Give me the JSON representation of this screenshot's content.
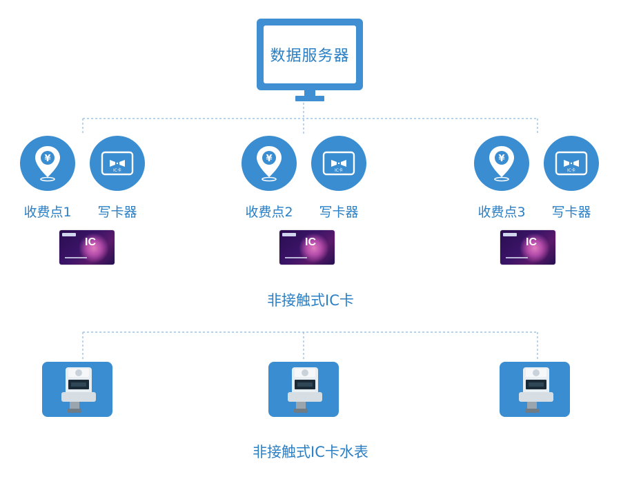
{
  "server": {
    "label": "数据服务器",
    "icon": "monitor-icon"
  },
  "stations": [
    {
      "payment_label": "收费点1",
      "reader_label": "写卡器",
      "payment_icon": "yuan-location-pin-icon",
      "reader_icon": "card-reader-icon"
    },
    {
      "payment_label": "收费点2",
      "reader_label": "写卡器",
      "payment_icon": "yuan-location-pin-icon",
      "reader_icon": "card-reader-icon"
    },
    {
      "payment_label": "收费点3",
      "reader_label": "写卡器",
      "payment_icon": "yuan-location-pin-icon",
      "reader_icon": "card-reader-icon"
    }
  ],
  "ic_card": {
    "text": "IC"
  },
  "card_caption": "非接触式IC卡",
  "meter_caption": "非接触式IC卡水表",
  "colors": {
    "primary": "#3a8dd0",
    "text": "#2a7fc4",
    "connector": "#8fb8de"
  }
}
